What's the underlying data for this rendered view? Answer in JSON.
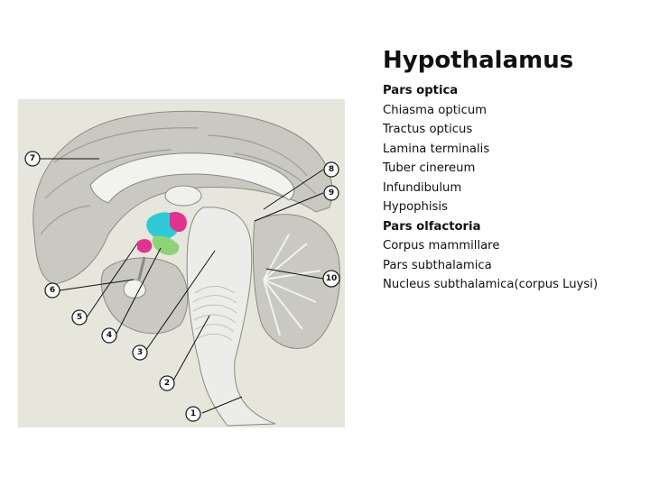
{
  "title": "Hypothalamus",
  "items": [
    {
      "text": "Pars optica",
      "bold": true
    },
    {
      "text": "Chiasma opticum",
      "bold": false
    },
    {
      "text": "Tractus opticus",
      "bold": false
    },
    {
      "text": "Lamina terminalis",
      "bold": false
    },
    {
      "text": "Tuber cinereum",
      "bold": false
    },
    {
      "text": "Infundibulum",
      "bold": false
    },
    {
      "text": "Hypophisis",
      "bold": false
    },
    {
      "text": "Pars olfactoria",
      "bold": true
    },
    {
      "text": "Corpus mammillare",
      "bold": false
    },
    {
      "text": "Pars subthalamica",
      "bold": false
    },
    {
      "text": "Nucleus subthalamica(corpus Luysi)",
      "bold": false
    }
  ],
  "figure": {
    "labels": [
      "1",
      "2",
      "3",
      "4",
      "5",
      "6",
      "7",
      "8",
      "9",
      "10"
    ],
    "colors": {
      "background": "#e6e6dc",
      "cortex": "#c9c9c1",
      "white_matter": "#ececea",
      "highlight_cyan": "#2fc9d6",
      "highlight_magenta": "#e0338f",
      "highlight_green": "#8fd27a"
    }
  }
}
